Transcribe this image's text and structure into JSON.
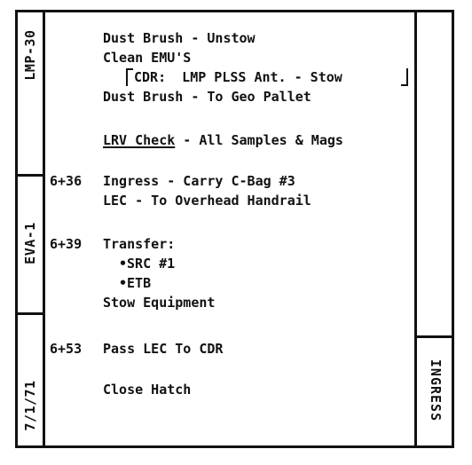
{
  "margin": {
    "top_label": "LMP-30",
    "mid_label": "EVA-1",
    "bottom_label": "7/1/71"
  },
  "tab": {
    "label": "INGRESS"
  },
  "rows": [
    {
      "time": "",
      "text": "Dust Brush - Unstow"
    },
    {
      "time": "",
      "text": "Clean EMU'S"
    },
    {
      "time": "",
      "text": "CDR:  LMP PLSS Ant. - Stow"
    },
    {
      "time": "",
      "text": "Dust Brush - To Geo Pallet"
    },
    {
      "time": "",
      "head": "LRV Check",
      "text": " - All Samples & Mags"
    },
    {
      "time": "6+36",
      "text": "Ingress - Carry C-Bag #3"
    },
    {
      "time": "",
      "text": "LEC - To Overhead Handrail"
    },
    {
      "time": "6+39",
      "text": "Transfer:"
    },
    {
      "time": "",
      "text": "•SRC #1"
    },
    {
      "time": "",
      "text": "•ETB"
    },
    {
      "time": "",
      "text": "Stow Equipment"
    },
    {
      "time": "6+53",
      "text": "Pass LEC To CDR"
    },
    {
      "time": "",
      "text": "Close Hatch"
    }
  ]
}
